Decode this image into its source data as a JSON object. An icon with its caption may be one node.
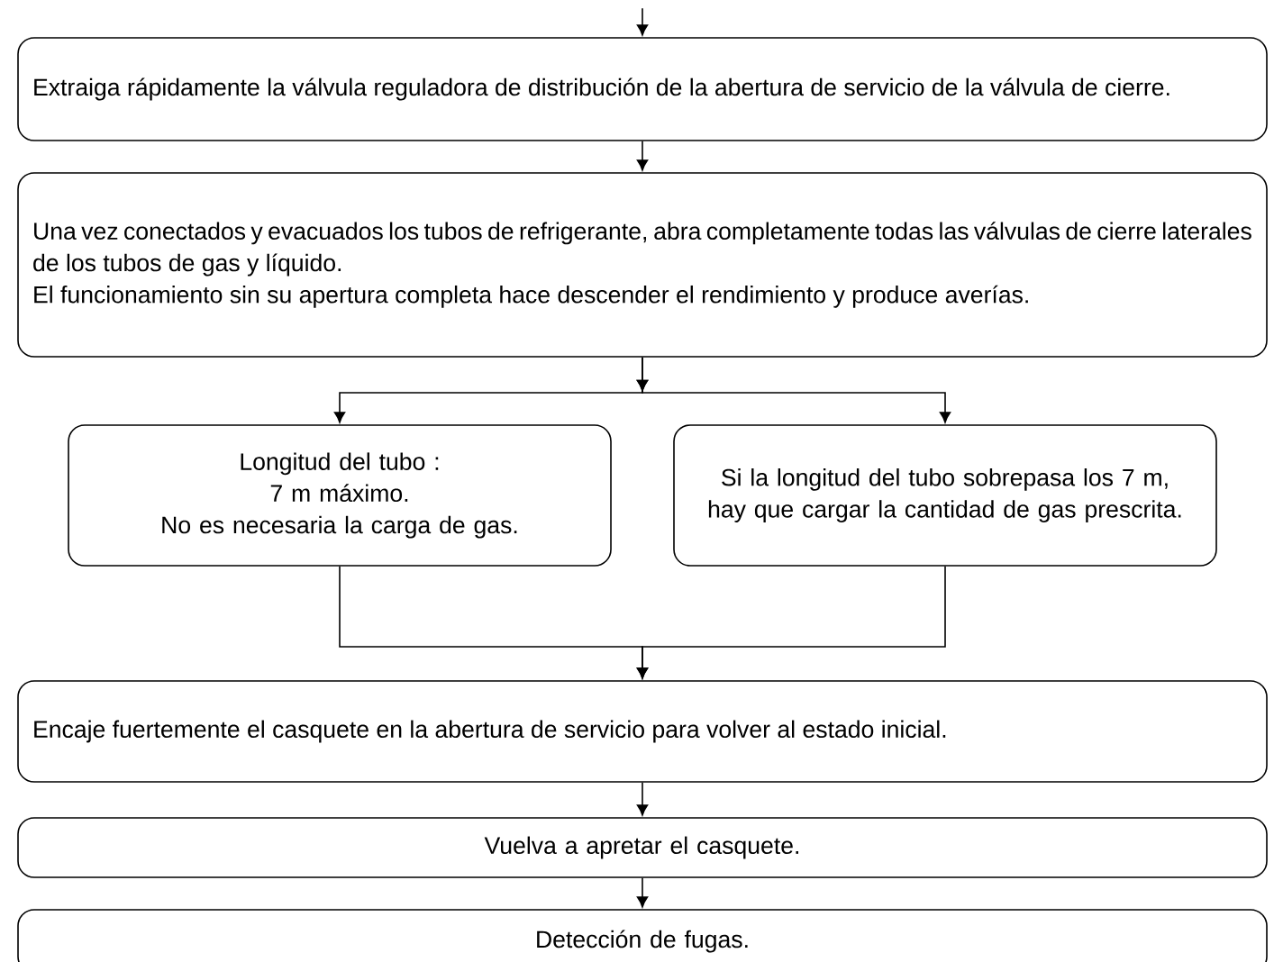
{
  "diagram": {
    "nodes": [
      {
        "text": [
          "Extraiga rápidamente la válvula reguladora de distribución de la abertura de servicio de la válvula de cierre."
        ]
      },
      {
        "text": [
          "Una vez conectados y evacuados los tubos de refrigerante, abra completamente todas las válvulas de cierre laterales de los tubos de gas y líquido.",
          "El funcionamiento sin su apertura completa hace descender el rendimiento y produce averías."
        ]
      },
      {
        "text": [
          "Longitud del tubo :",
          "7 m máximo.",
          "No es necesaria la carga de gas."
        ]
      },
      {
        "text": [
          "Si la longitud del tubo sobrepasa los 7 m, hay que cargar la cantidad de gas prescrita."
        ]
      },
      {
        "text": [
          "Encaje fuertemente el casquete en la abertura de servicio para volver al estado inicial."
        ]
      },
      {
        "text": [
          "Vuelva a apretar el casquete."
        ]
      },
      {
        "text": [
          "Detección de fugas."
        ]
      }
    ],
    "edges": [
      {
        "from": null,
        "to": 0,
        "arrow": "to"
      },
      {
        "from": 0,
        "to": 1,
        "arrow": "to"
      },
      {
        "from": 1,
        "to": 2,
        "arrow": "to"
      },
      {
        "from": 1,
        "to": 3,
        "arrow": "to"
      },
      {
        "from": 2,
        "to": 4,
        "arrow": "to"
      },
      {
        "from": 3,
        "to": 4,
        "arrow": "to"
      },
      {
        "from": 4,
        "to": 5,
        "arrow": "to"
      },
      {
        "from": 5,
        "to": 6,
        "arrow": "to"
      }
    ]
  }
}
